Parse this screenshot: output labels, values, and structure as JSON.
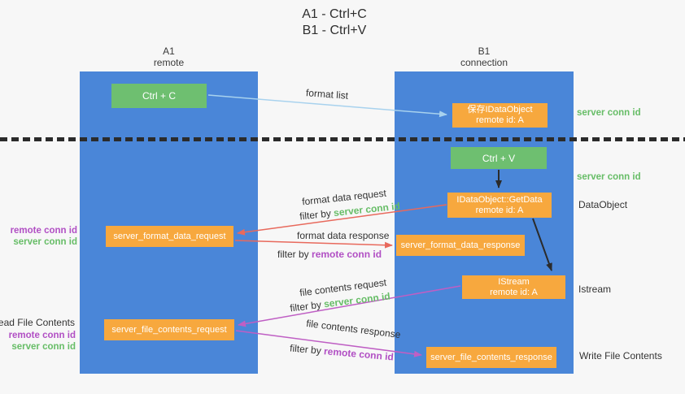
{
  "title": {
    "line1": "A1 - Ctrl+C",
    "line2": "B1 - Ctrl+V"
  },
  "columns": {
    "left": {
      "name": "A1",
      "subtitle": "remote"
    },
    "right": {
      "name": "B1",
      "subtitle": "connection"
    }
  },
  "boxes": {
    "ctrl_c": {
      "label": "Ctrl + C"
    },
    "ctrl_v": {
      "label": "Ctrl + V"
    },
    "save_dataobject": {
      "line1": "保存IDataObject",
      "line2": "remote id: A"
    },
    "getdata": {
      "line1": "IDataObject::GetData",
      "line2": "remote id: A"
    },
    "istream": {
      "line1": "IStream",
      "line2": "remote id: A"
    },
    "server_format_data_request": {
      "label": "server_format_data_request"
    },
    "server_format_data_response": {
      "label": "server_format_data_response"
    },
    "server_file_contents_request": {
      "label": "server_file_contents_request"
    },
    "server_file_contents_response": {
      "label": "server_file_contents_response"
    }
  },
  "arrow_labels": {
    "format_list": "format list",
    "format_data_request": "format data request",
    "format_data_response": "format data response",
    "file_contents_request": "file contents request",
    "file_contents_response": "file contents response",
    "filter_by": "filter by",
    "server_conn_id": "server conn id",
    "remote_conn_id": "remote conn id"
  },
  "side_labels": {
    "server_conn_id": "server conn id",
    "remote_conn_id": "remote conn id",
    "dataobject": "DataObject",
    "istream": "Istream",
    "read_file_contents": "Read File Contents",
    "write_file_contents": "Write File Contents"
  },
  "colors": {
    "background": "#f7f7f7",
    "lane_blue": "#4a86d8",
    "box_green": "#6ebf70",
    "box_orange": "#f7a83e",
    "text_green": "#67bd67",
    "text_purple": "#b14fc4",
    "arrow_lightblue": "#a8d2ee",
    "arrow_red": "#e8695c",
    "arrow_magenta": "#bf5fc4",
    "arrow_black": "#2b2b2b"
  }
}
